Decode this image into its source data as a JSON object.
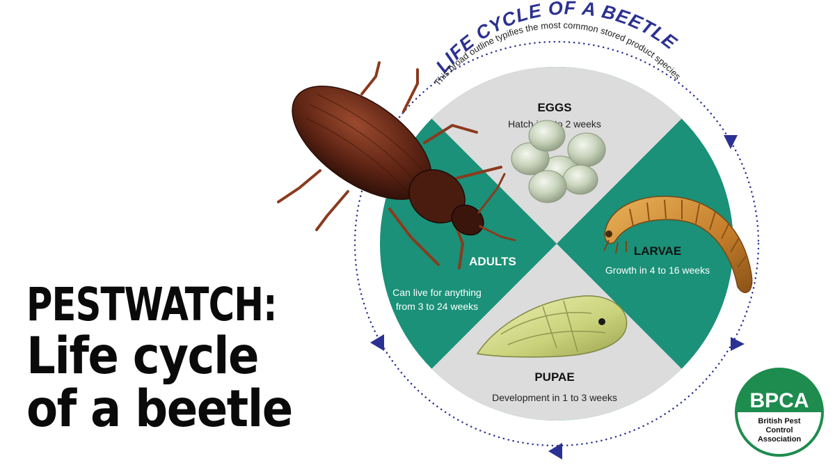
{
  "headline": {
    "line1": "PESTWATCH:",
    "line2": "Life cycle",
    "line3": "of a beetle"
  },
  "diagram": {
    "title": "LIFE CYCLE OF A BEETLE",
    "subtitle": "This broad outline typifies the most common stored product species",
    "stages": {
      "eggs": {
        "title": "EGGS",
        "desc": "Hatch in 1 to 2 weeks"
      },
      "larvae": {
        "title": "LARVAE",
        "desc": "Growth in 4 to 16 weeks"
      },
      "pupae": {
        "title": "PUPAE",
        "desc": "Development in 1 to 3 weeks"
      },
      "adults": {
        "title": "ADULTS",
        "desc_line1": "Can live for anything",
        "desc_line2": "from 3 to 24 weeks"
      }
    }
  },
  "logo": {
    "abbrev": "BPCA",
    "line1": "British Pest",
    "line2": "Control",
    "line3": "Association"
  },
  "colors": {
    "teal": "#1a9178",
    "grey": "#dcdcdc",
    "arrow": "#2b3192",
    "title_blue": "#2b3192",
    "logo_green": "#1d8c4e"
  }
}
